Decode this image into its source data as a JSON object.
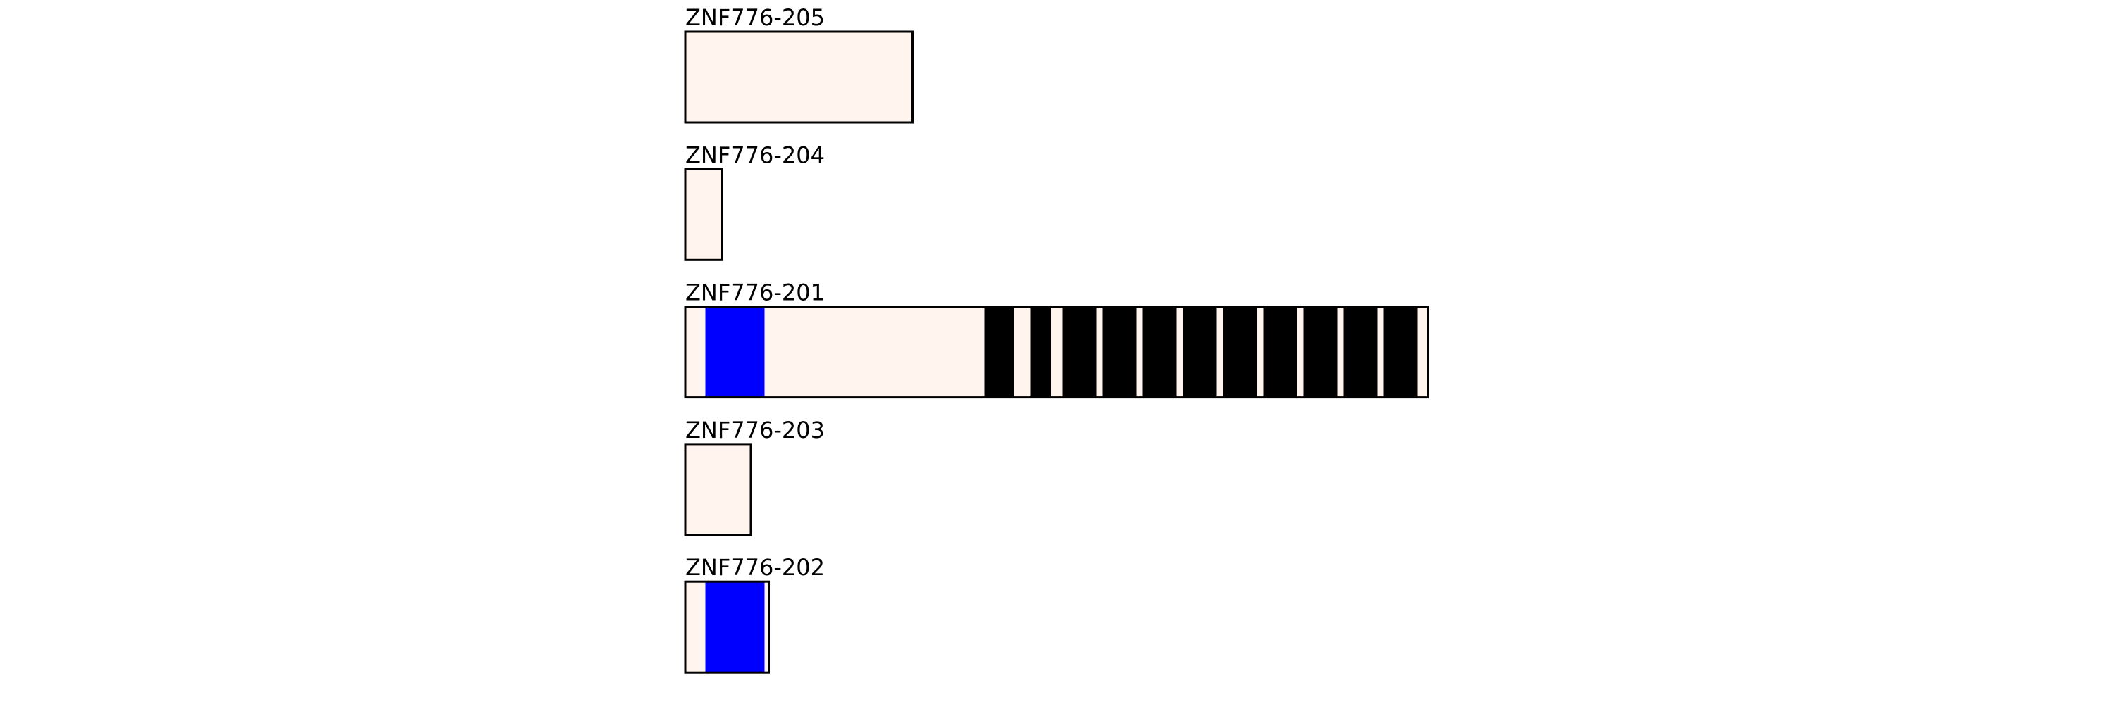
{
  "colors": {
    "transcript_fill": "#fff4ee",
    "outline": "#000000",
    "blue_feature": "#0000ff",
    "black_feature": "#000000"
  },
  "transcripts": [
    {
      "name": "ZNF776-205",
      "length": 215,
      "features": []
    },
    {
      "name": "ZNF776-204",
      "length": 35,
      "features": []
    },
    {
      "name": "ZNF776-201",
      "length": 703,
      "features": [
        {
          "start": 19,
          "end": 75,
          "color": "blue"
        },
        {
          "start": 283,
          "end": 311,
          "color": "black"
        },
        {
          "start": 327,
          "end": 346,
          "color": "black"
        },
        {
          "start": 357,
          "end": 389,
          "color": "black"
        },
        {
          "start": 395,
          "end": 427,
          "color": "black"
        },
        {
          "start": 433,
          "end": 465,
          "color": "black"
        },
        {
          "start": 471,
          "end": 503,
          "color": "black"
        },
        {
          "start": 509,
          "end": 541,
          "color": "black"
        },
        {
          "start": 547,
          "end": 579,
          "color": "black"
        },
        {
          "start": 585,
          "end": 617,
          "color": "black"
        },
        {
          "start": 623,
          "end": 655,
          "color": "black"
        },
        {
          "start": 661,
          "end": 693,
          "color": "black"
        }
      ]
    },
    {
      "name": "ZNF776-203",
      "length": 62,
      "features": []
    },
    {
      "name": "ZNF776-202",
      "length": 79,
      "features": [
        {
          "start": 19,
          "end": 75,
          "color": "blue"
        }
      ]
    }
  ]
}
